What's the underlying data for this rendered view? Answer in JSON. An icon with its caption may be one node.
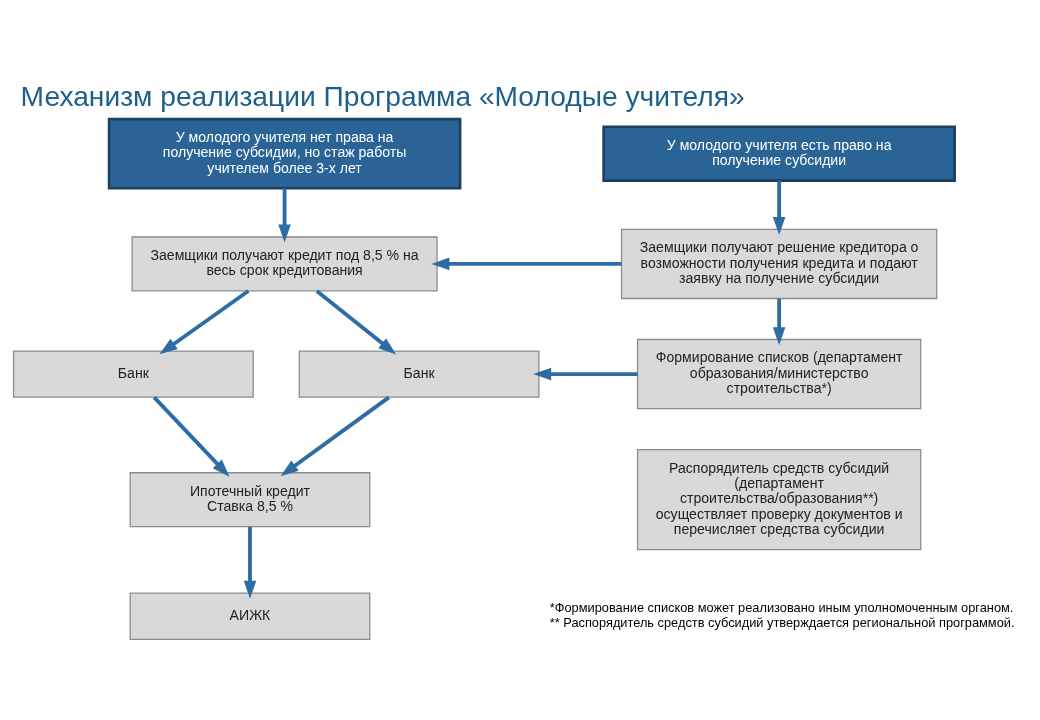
{
  "diagram": {
    "title": "Механизм реализации Программа «Молодые учителя»",
    "nodes": [
      {
        "text": [
          "У молодого учителя нет права на получение субсидии, но стаж работы учителем более 3-х лет"
        ]
      },
      {
        "text": [
          "У молодого учителя есть право на получение субсидии"
        ]
      },
      {
        "text": [
          "Заемщики получают кредит под 8,5 % на весь срок кредитования"
        ]
      },
      {
        "text": [
          "Банк"
        ]
      },
      {
        "text": [
          "Банк"
        ]
      },
      {
        "text": [
          "Ипотечный кредит",
          "Ставка 8,5 %"
        ]
      },
      {
        "text": [
          "АИЖК"
        ]
      },
      {
        "text": [
          "Заемщики получают решение кредитора о возможности получения кредита и подают заявку на получение субсидии"
        ]
      },
      {
        "text": [
          "Формирование списков (департамент образования/министерство строительства*)"
        ]
      },
      {
        "text": [
          "Распорядитель средств субсидий (департамент строительства/образования**) осуществляет проверку документов и перечисляет средства субсидии"
        ]
      }
    ],
    "edges": [
      {
        "from": 0,
        "to": 2,
        "arrow": "to"
      },
      {
        "from": 2,
        "to": 3,
        "arrow": "to"
      },
      {
        "from": 2,
        "to": 4,
        "arrow": "to"
      },
      {
        "from": 3,
        "to": 5,
        "arrow": "to"
      },
      {
        "from": 4,
        "to": 5,
        "arrow": "to"
      },
      {
        "from": 5,
        "to": 6,
        "arrow": "to"
      },
      {
        "from": 1,
        "to": 7,
        "arrow": "to"
      },
      {
        "from": 7,
        "to": 8,
        "arrow": "to"
      },
      {
        "from": 7,
        "to": 2,
        "arrow": "to"
      },
      {
        "from": 8,
        "to": 4,
        "arrow": "to"
      }
    ],
    "labels": [
      "*Формирование списков может реализовано иным уполномоченным органом.",
      "** Распорядитель средств субсидий утверждается региональной программой."
    ]
  }
}
